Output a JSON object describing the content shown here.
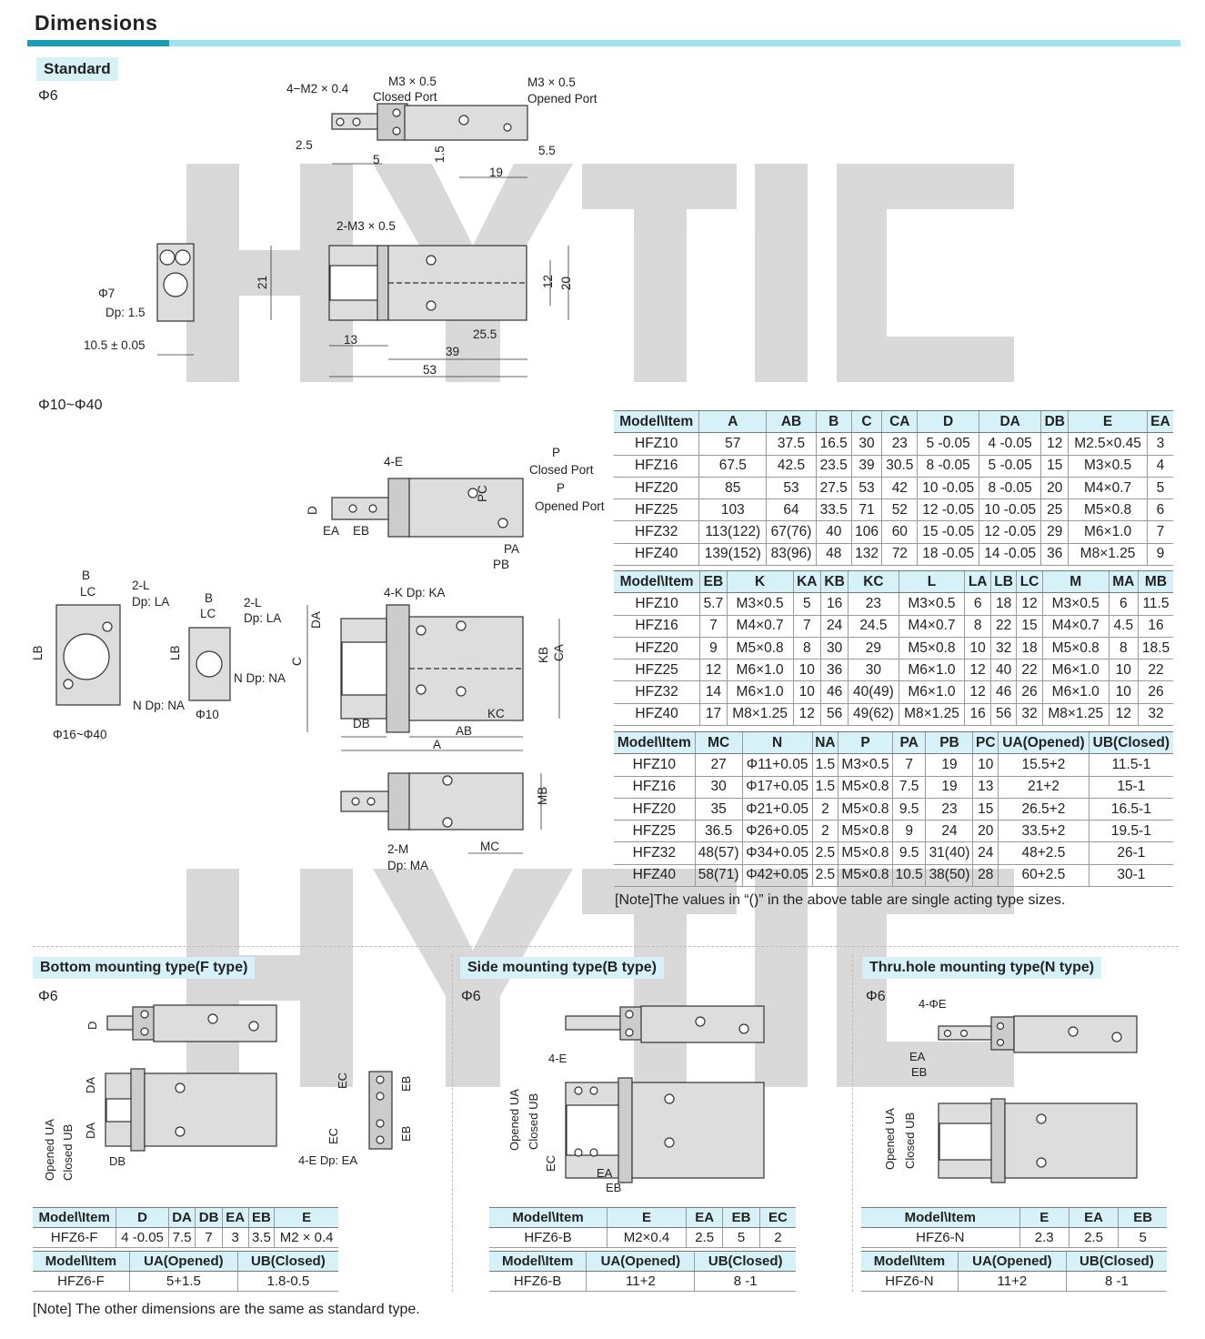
{
  "header": {
    "title": "Dimensions"
  },
  "watermark": {
    "text": "HYTIC",
    "color": "#cccccc"
  },
  "standard": {
    "label": "Standard",
    "phi6_label": "Φ6",
    "phi6_callouts": [
      "4−M2 × 0.4",
      "M3 × 0.5",
      "Closed Port",
      "M3 × 0.5",
      "Opened Port",
      "2.5",
      "5",
      "1.5",
      "19",
      "5.5",
      "2-M3 × 0.5",
      "Φ7",
      "Dp: 1.5",
      "10.5 ± 0.05",
      "21",
      "12",
      "20",
      "13",
      "39",
      "25.5",
      "53"
    ],
    "phi10_label": "Φ10~Φ40",
    "phi10_callouts": [
      "4-E",
      "P",
      "Closed Port",
      "P",
      "Opened Port",
      "D",
      "EA",
      "EB",
      "PC",
      "PA",
      "PB",
      "B",
      "LC",
      "2-L",
      "Dp: LA",
      "LB",
      "N  Dp: NA",
      "Φ16~Φ40",
      "Φ10",
      "4-K Dp: KA",
      "C",
      "DA",
      "KB",
      "CA",
      "DB",
      "AB",
      "KC",
      "A",
      "MB",
      "2-M",
      "Dp: MA",
      "MC"
    ]
  },
  "table1": {
    "headers": [
      "Model\\Item",
      "A",
      "AB",
      "B",
      "C",
      "CA",
      "D",
      "DA",
      "DB",
      "E",
      "EA"
    ],
    "rows": [
      [
        "HFZ10",
        "57",
        "37.5",
        "16.5",
        "30",
        "23",
        "5 -0.05",
        "4 -0.05",
        "12",
        "M2.5×0.45",
        "3"
      ],
      [
        "HFZ16",
        "67.5",
        "42.5",
        "23.5",
        "39",
        "30.5",
        "8 -0.05",
        "5 -0.05",
        "15",
        "M3×0.5",
        "4"
      ],
      [
        "HFZ20",
        "85",
        "53",
        "27.5",
        "53",
        "42",
        "10 -0.05",
        "8 -0.05",
        "20",
        "M4×0.7",
        "5"
      ],
      [
        "HFZ25",
        "103",
        "64",
        "33.5",
        "71",
        "52",
        "12 -0.05",
        "10 -0.05",
        "25",
        "M5×0.8",
        "6"
      ],
      [
        "HFZ32",
        "113(122)",
        "67(76)",
        "40",
        "106",
        "60",
        "15 -0.05",
        "12 -0.05",
        "29",
        "M6×1.0",
        "7"
      ],
      [
        "HFZ40",
        "139(152)",
        "83(96)",
        "48",
        "132",
        "72",
        "18 -0.05",
        "14 -0.05",
        "36",
        "M8×1.25",
        "9"
      ]
    ]
  },
  "table2": {
    "headers": [
      "Model\\Item",
      "EB",
      "K",
      "KA",
      "KB",
      "KC",
      "L",
      "LA",
      "LB",
      "LC",
      "M",
      "MA",
      "MB"
    ],
    "rows": [
      [
        "HFZ10",
        "5.7",
        "M3×0.5",
        "5",
        "16",
        "23",
        "M3×0.5",
        "6",
        "18",
        "12",
        "M3×0.5",
        "6",
        "11.5"
      ],
      [
        "HFZ16",
        "7",
        "M4×0.7",
        "7",
        "24",
        "24.5",
        "M4×0.7",
        "8",
        "22",
        "15",
        "M4×0.7",
        "4.5",
        "16"
      ],
      [
        "HFZ20",
        "9",
        "M5×0.8",
        "8",
        "30",
        "29",
        "M5×0.8",
        "10",
        "32",
        "18",
        "M5×0.8",
        "8",
        "18.5"
      ],
      [
        "HFZ25",
        "12",
        "M6×1.0",
        "10",
        "36",
        "30",
        "M6×1.0",
        "12",
        "40",
        "22",
        "M6×1.0",
        "10",
        "22"
      ],
      [
        "HFZ32",
        "14",
        "M6×1.0",
        "10",
        "46",
        "40(49)",
        "M6×1.0",
        "12",
        "46",
        "26",
        "M6×1.0",
        "10",
        "26"
      ],
      [
        "HFZ40",
        "17",
        "M8×1.25",
        "12",
        "56",
        "49(62)",
        "M8×1.25",
        "16",
        "56",
        "32",
        "M8×1.25",
        "12",
        "32"
      ]
    ]
  },
  "table3": {
    "headers": [
      "Model\\Item",
      "MC",
      "N",
      "NA",
      "P",
      "PA",
      "PB",
      "PC",
      "UA(Opened)",
      "UB(Closed)"
    ],
    "rows": [
      [
        "HFZ10",
        "27",
        "Φ11+0.05",
        "1.5",
        "M3×0.5",
        "7",
        "19",
        "10",
        "15.5+2",
        "11.5-1"
      ],
      [
        "HFZ16",
        "30",
        "Φ17+0.05",
        "1.5",
        "M5×0.8",
        "7.5",
        "19",
        "13",
        "21+2",
        "15-1"
      ],
      [
        "HFZ20",
        "35",
        "Φ21+0.05",
        "2",
        "M5×0.8",
        "9.5",
        "23",
        "15",
        "26.5+2",
        "16.5-1"
      ],
      [
        "HFZ25",
        "36.5",
        "Φ26+0.05",
        "2",
        "M5×0.8",
        "9",
        "24",
        "20",
        "33.5+2",
        "19.5-1"
      ],
      [
        "HFZ32",
        "48(57)",
        "Φ34+0.05",
        "2.5",
        "M5×0.8",
        "9.5",
        "31(40)",
        "24",
        "48+2.5",
        "26-1"
      ],
      [
        "HFZ40",
        "58(71)",
        "Φ42+0.05",
        "2.5",
        "M5×0.8",
        "10.5",
        "38(50)",
        "28",
        "60+2.5",
        "30-1"
      ]
    ]
  },
  "note1": "[Note]The values in “()” in the above table are single acting type sizes.",
  "bottom": {
    "label": "Bottom mounting type(F type)",
    "phi": "Φ6",
    "callouts": [
      "D",
      "DA",
      "DA",
      "Opened UA",
      "Closed UB",
      "DB",
      "EC",
      "EC",
      "EB",
      "EB",
      "4-E Dp: EA"
    ],
    "t1_headers": [
      "Model\\Item",
      "D",
      "DA",
      "DB",
      "EA",
      "EB",
      "E"
    ],
    "t1_row": [
      "HFZ6-F",
      "4 -0.05",
      "7.5",
      "7",
      "3",
      "3.5",
      "M2 × 0.4"
    ],
    "t2_headers": [
      "Model\\Item",
      "UA(Opened)",
      "UB(Closed)"
    ],
    "t2_row": [
      "HFZ6-F",
      "5+1.5",
      "1.8-0.5"
    ]
  },
  "side": {
    "label": "Side  mounting type(B  type)",
    "phi": "Φ6",
    "callouts": [
      "4-E",
      "Opened UA",
      "Closed UB",
      "EC",
      "EA",
      "EB"
    ],
    "t1_headers": [
      "Model\\Item",
      "E",
      "EA",
      "EB",
      "EC"
    ],
    "t1_row": [
      "HFZ6-B",
      "M2×0.4",
      "2.5",
      "5",
      "2"
    ],
    "t2_headers": [
      "Model\\Item",
      "UA(Opened)",
      "UB(Closed)"
    ],
    "t2_row": [
      "HFZ6-B",
      "11+2",
      "8 -1"
    ]
  },
  "thru": {
    "label": "Thru.hole mounting type(N type)",
    "phi": "Φ6",
    "callouts": [
      "4-ΦE",
      "EA",
      "EB",
      "Opened UA",
      "Closed UB"
    ],
    "t1_headers": [
      "Model\\Item",
      "E",
      "EA",
      "EB"
    ],
    "t1_row": [
      "HFZ6-N",
      "2.3",
      "2.5",
      "5"
    ],
    "t2_headers": [
      "Model\\Item",
      "UA(Opened)",
      "UB(Closed)"
    ],
    "t2_row": [
      "HFZ6-N",
      "11+2",
      "8 -1"
    ]
  },
  "note2": "[Note] The other dimensions are the same as standard type."
}
